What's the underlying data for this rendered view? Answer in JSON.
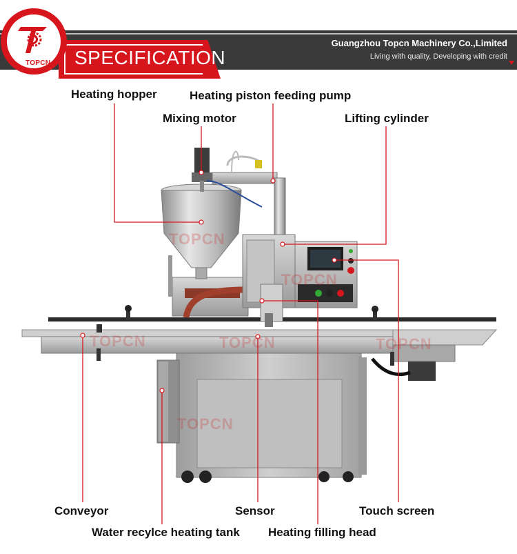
{
  "header": {
    "title": "SPECIFICATION",
    "company_name": "Guangzhou Topcn Machinery Co.,Limited",
    "slogan": "Living with quality, Developing with credit",
    "logo_text": "TOPCN"
  },
  "labels": {
    "heating_hopper": "Heating hopper",
    "heating_piston_pump": "Heating piston feeding pump",
    "mixing_motor": "Mixing motor",
    "lifting_cylinder": "Lifting cylinder",
    "conveyor": "Conveyor",
    "sensor": "Sensor",
    "touch_screen": "Touch screen",
    "water_tank": "Water recylce heating tank",
    "filling_head": "Heating filling head"
  },
  "watermark": "TOPCN",
  "colors": {
    "brand_red": "#d6161c",
    "header_dark": "#3a3a3a",
    "leader_line": "#d6161c"
  }
}
